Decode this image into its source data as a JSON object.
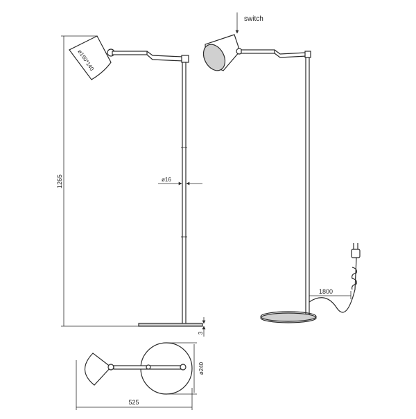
{
  "labels": {
    "switch": "switch",
    "height": "1265",
    "shade_dia": "ø150*140",
    "pole_dia": "ø16",
    "base_thickness": "3",
    "cable_length": "1800",
    "base_dia": "ø240",
    "total_width": "525"
  },
  "colors": {
    "line": "#2a2a2a",
    "shade_fill": "#d0d0d0",
    "base_fill": "#d0d0d0"
  },
  "icons": {
    "plug": "plug-icon",
    "arrow": "dimension-arrow"
  }
}
